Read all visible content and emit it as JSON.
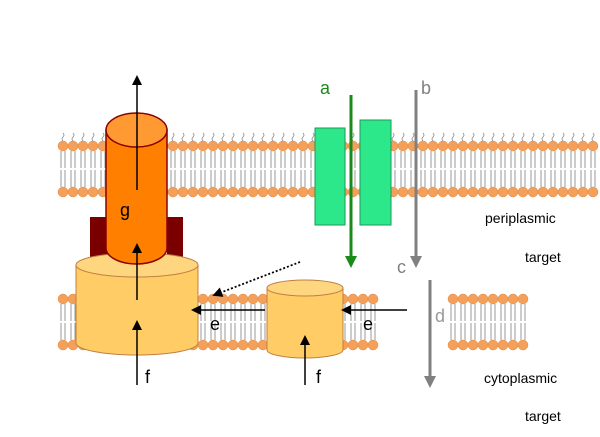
{
  "labels": {
    "a": "a",
    "b": "b",
    "c": "c",
    "d": "d",
    "e1": "e",
    "e2": "e",
    "f1": "f",
    "f2": "f",
    "g": "g",
    "periplasmic": "periplasmic",
    "target1": "target",
    "cytoplasmic": "cytoplasmic",
    "target2": "target"
  },
  "colors": {
    "lipid_head": "#f5a05a",
    "outer_protein": "#ff8000",
    "outer_protein_edge": "#8b0000",
    "adaptor": "#7a0000",
    "inner_protein": "#ffcc66",
    "channel": "#2de88a",
    "arrow_a": "#1a8a1a",
    "arrow_gray": "#808080"
  }
}
